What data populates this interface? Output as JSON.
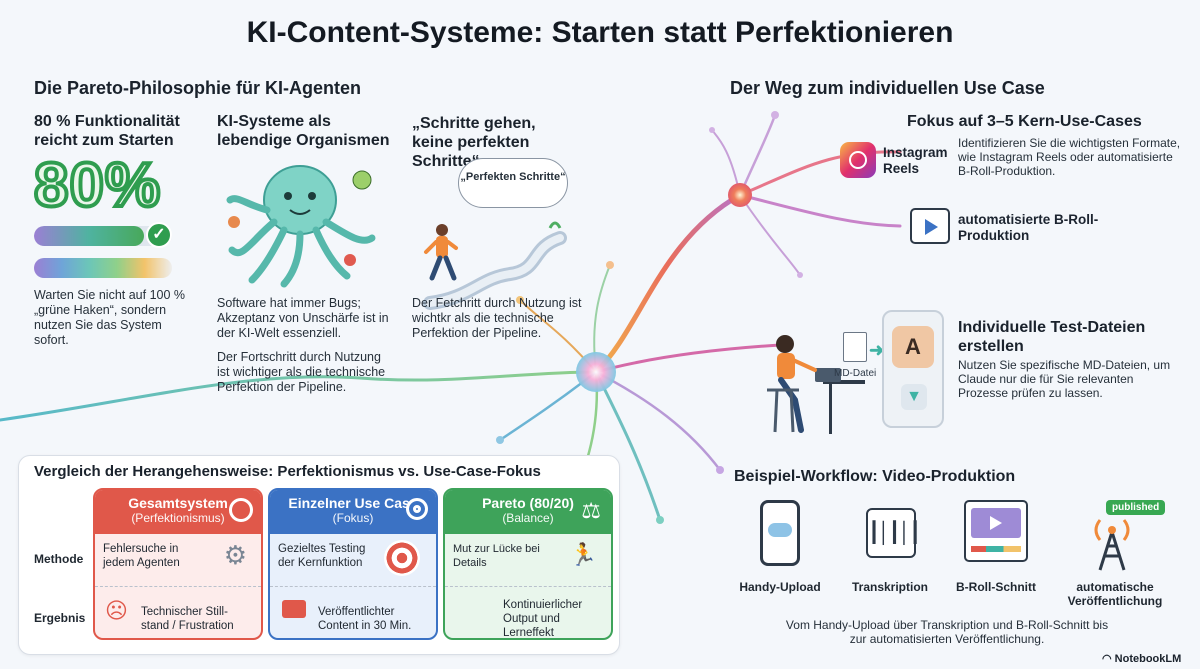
{
  "title": "KI-Content-Systeme: Starten statt Perfektionieren",
  "left": {
    "heading": "Die Pareto-Philosophie für KI-Agenten",
    "col1": {
      "title": "80 % Funktionalität reicht zum Starten",
      "big_number": "80%",
      "bar_top_fill": 0.8,
      "text": "Warten Sie nicht auf 100 % „grüne Haken“, sondern nutzen Sie das System sofort."
    },
    "col2": {
      "title": "KI-Systeme als lebendige Organismen",
      "text1": "Software hat immer Bugs; Akzeptanz von Unschärfe ist in der KI-Welt essenziell.",
      "text2": "Der Fortschritt durch Nutzung ist wichtiger als die technische Perfektion der Pipeline."
    },
    "col3": {
      "title": "„Schritte gehen, keine perfekten Schritte“",
      "bubble": "„Perfekten Schritte“",
      "text": "Der Fetchritt durch Nutzung ist wichtkr als die technische Perfektion der Pipeline."
    }
  },
  "comparison": {
    "heading": "Vergleich der Herangehensweise: Perfektionismus vs. Use-Case-Fokus",
    "row_labels": [
      "Methode",
      "Ergebnis"
    ],
    "cards": [
      {
        "title": "Gesamtsystem",
        "subtitle": "(Perfektionismus)",
        "method": "Fehlersuche in jedem Agenten",
        "result": "Technischer Still-stand / Frustration",
        "color": "#e0584a",
        "bg": "#fdeceb",
        "icon": "magnifier-icon"
      },
      {
        "title": "Einzelner Use Case",
        "subtitle": "(Fokus)",
        "method": "Gezieltes Testing der Kernfunktion",
        "result": "Veröffentlichter Content in 30 Min.",
        "color": "#3b72c4",
        "bg": "#e8f0fb",
        "icon": "target-icon"
      },
      {
        "title": "Pareto (80/20)",
        "subtitle": "(Balance)",
        "method": "Mut zur Lücke bei Details",
        "result": "Kontinuierlicher Output und Lerneffekt",
        "color": "#3ea35a",
        "bg": "#e9f6ec",
        "icon": "scale-icon"
      }
    ]
  },
  "right": {
    "heading": "Der Weg zum individuellen Use Case",
    "focus": {
      "title": "Fokus auf 3–5 Kern-Use-Cases",
      "instagram": "Instagram Reels",
      "desc": "Identifizieren Sie die wichtigsten Formate, wie Instagram Reels oder automatisierte B-Roll-Produktion.",
      "broll": "automatisierte B-Roll-Produktion"
    },
    "tests": {
      "title": "Individuelle Test-Dateien erstellen",
      "file_label": "MD-Datei",
      "desc": "Nutzen Sie spezifische MD-Dateien, um Claude nur die für Sie relevanten Prozesse prüfen zu lassen."
    },
    "workflow": {
      "title": "Beispiel-Workflow: Video-Produktion",
      "steps": [
        "Handy-Upload",
        "Transkription",
        "B-Roll-Schnitt",
        "automatische Veröffentlichung"
      ],
      "badge": "published",
      "caption": "Vom Handy-Upload über Transkription und B-Roll-Schnitt bis zur automatisierten Veröffentlichung."
    }
  },
  "brand": "NotebookLM",
  "colors": {
    "green": "#2f9d4f",
    "red": "#e0584a",
    "blue": "#3b72c4",
    "teal": "#3fb3a4",
    "orange": "#f08a3a"
  }
}
